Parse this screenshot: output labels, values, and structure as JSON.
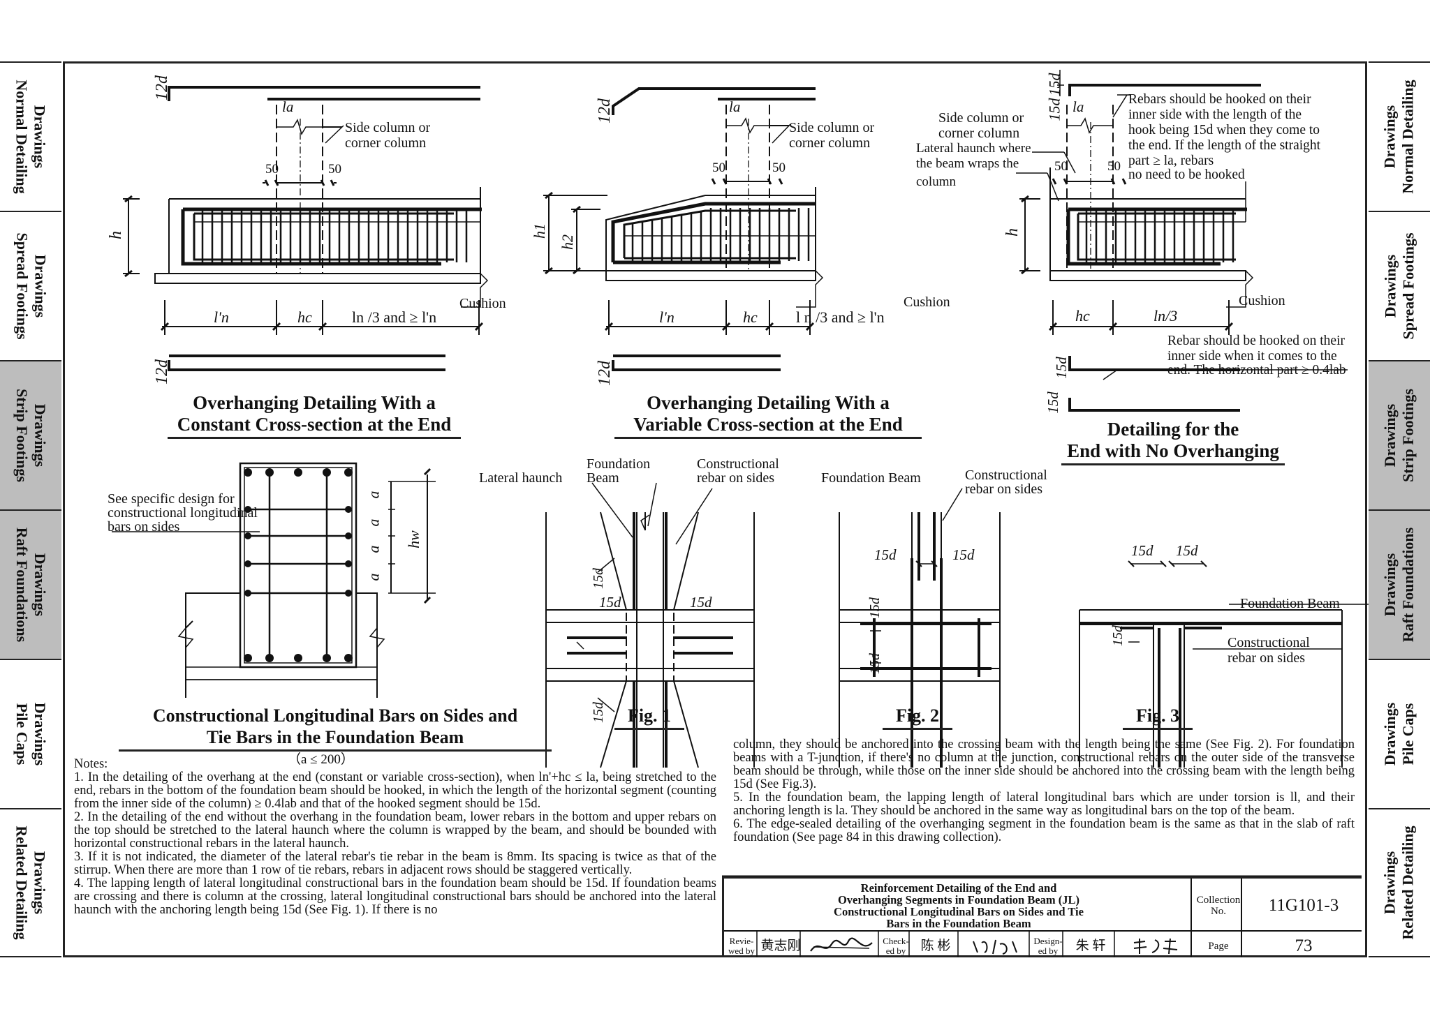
{
  "side_tabs_left": [
    {
      "line1": "Drawings",
      "line2": "Normal Detailing",
      "shaded": false
    },
    {
      "line1": "Drawings",
      "line2": "Spread Footings",
      "shaded": false
    },
    {
      "line1": "Drawings",
      "line2": "Strip Footings",
      "shaded": true
    },
    {
      "line1": "Drawings",
      "line2": "Raft Foundations",
      "shaded": true
    },
    {
      "line1": "Drawings",
      "line2": "Pile Caps",
      "shaded": false
    },
    {
      "line1": "Drawings",
      "line2": "Related Detailing",
      "shaded": false
    }
  ],
  "side_tabs_right": [
    {
      "line1": "Drawings",
      "line2": "Normal Detailing",
      "shaded": false
    },
    {
      "line1": "Drawings",
      "line2": "Spread Footings",
      "shaded": false
    },
    {
      "line1": "Drawings",
      "line2": "Strip Footings",
      "shaded": true
    },
    {
      "line1": "Drawings",
      "line2": "Raft Foundations",
      "shaded": true
    },
    {
      "line1": "Drawings",
      "line2": "Pile Caps",
      "shaded": false
    },
    {
      "line1": "Drawings",
      "line2": "Related Detailing",
      "shaded": false
    }
  ],
  "fig_a": {
    "dim_12d_top": "12d",
    "dim_la": "la",
    "dim_50_left": "50",
    "dim_50_right": "50",
    "side_column": "Side column or",
    "corner_column": "corner column",
    "dim_h": "h",
    "cushion": "Cushion",
    "dim_ln_prime": "l'n",
    "dim_hc": "hc",
    "dim_ln3": "ln /3 and ≥ l'n",
    "dim_12d_bottom": "12d",
    "title_1": "Overhanging Detailing With a",
    "title_2": "Constant Cross-section at the End"
  },
  "fig_b": {
    "dim_12d_top": "12d",
    "dim_la": "la",
    "dim_50_left": "50",
    "dim_50_right": "50",
    "side_column": "Side column or",
    "corner_column": "corner column",
    "dim_h1": "h1",
    "dim_h2": "h2",
    "cushion": "Cushion",
    "dim_ln_prime": "l'n",
    "dim_hc": "hc",
    "dim_ln3": "l n /3 and ≥ l'n",
    "dim_12d_bottom": "12d",
    "title_1": "Overhanging Detailing With a",
    "title_2": "Variable Cross-section at the End"
  },
  "fig_c": {
    "dim_15d_top": "15d",
    "dim_15d_top2": "15d",
    "dim_la": "la",
    "side_column": "Side column or",
    "corner_column": "corner column",
    "haunch_1": "Lateral haunch where",
    "haunch_2": "the beam wraps the",
    "haunch_3": "column",
    "note_1": "Rebars should be hooked on their",
    "note_2": "inner side with the length of the",
    "note_3": "hook being 15d when they come to",
    "note_4": "the end. If the length of the straight",
    "note_5": "part ≥ la, rebars",
    "note_6": "no need to be hooked",
    "dim_50_left": "50",
    "dim_50_right": "50",
    "dim_h": "h",
    "cushion": "Cushion",
    "dim_hc": "hc",
    "dim_ln3": "ln/3",
    "note_b1": "Rebar should be hooked on their",
    "note_b2": "inner side when it comes to the",
    "note_b3": "end. The horizontal part ≥ 0.4lab",
    "dim_15d_b1": "15d",
    "dim_15d_b2": "15d",
    "title_1": "Detailing for the",
    "title_2": "End with No Overhanging"
  },
  "section": {
    "note_1": "See specific design for",
    "note_2": "constructional longitudinal",
    "note_3": "bars on sides",
    "dim_a": "a",
    "dim_hw": "hw",
    "title_1": "Constructional Longitudinal Bars on Sides and",
    "title_2": "Tie Bars in the Foundation Beam",
    "caption": "（a ≤ 200）"
  },
  "fig1": {
    "lateral_haunch": "Lateral haunch",
    "foundation_1": "Foundation",
    "foundation_2": "Beam",
    "constr_1": "Constructional",
    "constr_2": "rebar on sides",
    "d1": "15d",
    "d2": "15d",
    "d3": "15d",
    "d4": "15d",
    "caption": "Fig. 1"
  },
  "fig2": {
    "foundation_beam": "Foundation Beam",
    "constr_1": "Constructional",
    "constr_2": "rebar on sides",
    "d1": "15d",
    "d2": "15d",
    "d3": "15d",
    "d4": "15d",
    "caption": "Fig. 2"
  },
  "fig3": {
    "foundation_beam": "Foundation Beam",
    "constr_1": "Constructional",
    "constr_2": "rebar on sides",
    "d1": "15d",
    "d2": "15d",
    "d3": "15d",
    "caption": "Fig. 3"
  },
  "notes": {
    "heading": "Notes:",
    "n1": "1. In the detailing of the overhang at the end (constant or variable cross-section), when ln'+hc ≤ la, being stretched to the end, rebars in the bottom of the foundation beam should be hooked, in which the length of the horizontal segment (counting from the inner side of the column) ≥ 0.4lab and that of the hooked segment should be 15d.",
    "n2": "2. In the detailing of the end without the overhang in the foundation beam, lower rebars in the bottom and upper rebars on the top should be stretched to the lateral haunch where the column is wrapped by the beam, and should be bounded with horizontal constructional rebars in the lateral haunch.",
    "n3": "3. If it is not indicated, the diameter of the lateral rebar's tie rebar in the beam is 8mm. Its spacing is twice as that of the stirrup. When there are more than 1 row of tie rebars, rebars in adjacent rows should be staggered vertically.",
    "n4": "4. The lapping length of lateral longitudinal constructional bars in the foundation beam should be 15d. If foundation beams are crossing and there is column at the crossing, lateral longitudinal constructional bars should be anchored into the lateral haunch with the anchoring length being 15d (See Fig. 1). If there is no",
    "n4b": "column, they should be anchored into the crossing beam with the length being the same (See Fig. 2). For foundation beams with a T-junction, if there's no column at the junction, constructional rebars on the outer side of the transverse beam should be through, while those on the inner side should be anchored into the crossing beam with the length being 15d (See Fig.3).",
    "n5": "5. In the foundation beam, the lapping length of lateral longitudinal bars which are under torsion is ll, and their anchoring length is la. They should be anchored in the same way as longitudinal bars on the top of the beam.",
    "n6": "6. The edge-sealed detailing of the overhanging segment in the foundation beam is the same as that in the slab of raft foundation (See page 84 in this drawing collection)."
  },
  "title_block": {
    "title_1": "Reinforcement Detailing of the End and",
    "title_2": "Overhanging Segments in Foundation Beam (JL)",
    "title_3": "Constructional Longitudinal Bars on Sides and Tie",
    "title_4": "Bars in the Foundation Beam",
    "collection_label_1": "Collection",
    "collection_label_2": "No.",
    "collection_no": "11G101-3",
    "reviewed_1": "Revie-",
    "reviewed_2": "wed by",
    "reviewer": "黄志刚",
    "checked_1": "Check-",
    "checked_2": "ed by",
    "checker": "陈 彬",
    "designed_1": "Design-",
    "designed_2": "ed by",
    "designer": "朱 轩",
    "page_label": "Page",
    "page_no": "73"
  }
}
